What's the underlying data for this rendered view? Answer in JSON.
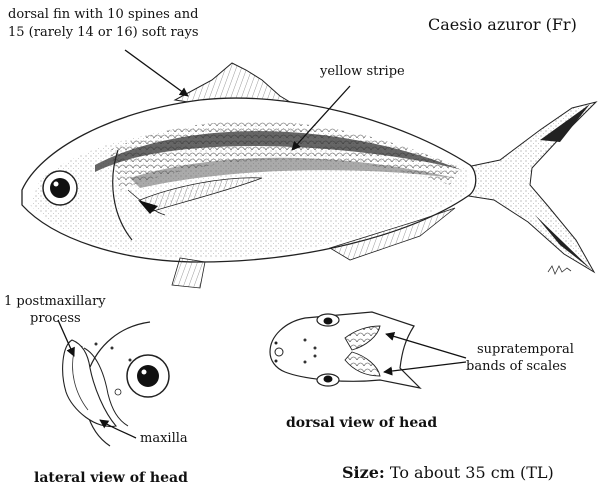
{
  "header": {
    "common_name_fr": "Caesio azuror (Fr)"
  },
  "labels": {
    "dorsal_fin_line1": "dorsal fin with 10 spines and",
    "dorsal_fin_line2": "15 (rarely 14 or 16) soft rays",
    "yellow_stripe": "yellow stripe",
    "postmaxillary_line1": "1 postmaxillary",
    "postmaxillary_line2": "process",
    "maxilla": "maxilla",
    "supratemporal_line1": "supratemporal",
    "supratemporal_line2": "bands  of scales"
  },
  "captions": {
    "lateral_view": "lateral view of head",
    "dorsal_view": "dorsal view of head"
  },
  "size": {
    "label": "Size:",
    "value": " To about 35 cm (TL)"
  }
}
